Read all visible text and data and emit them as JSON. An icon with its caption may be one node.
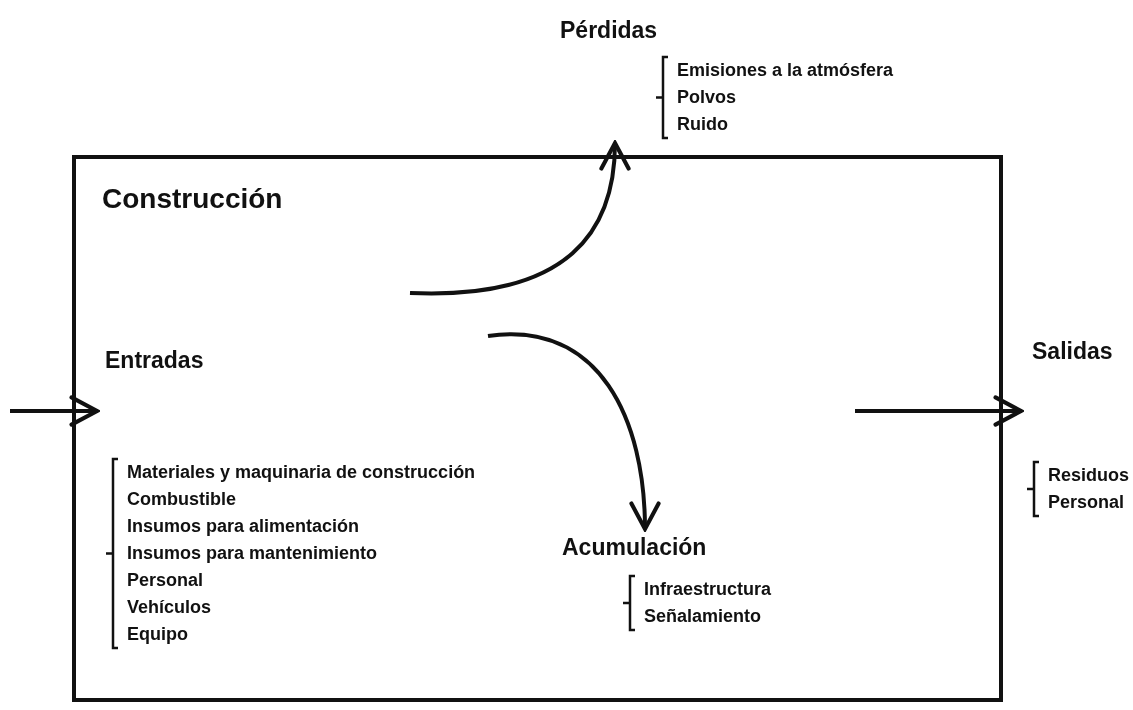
{
  "diagram": {
    "nodes": [
      {
        "text": [
          "Construcción"
        ]
      },
      {
        "text": [
          "Entradas",
          "Materiales y maquinaria de construcción",
          "Combustible",
          "Insumos para alimentación",
          "Insumos para mantenimiento",
          "Personal",
          "Vehículos",
          "Equipo"
        ],
        "in": 0
      },
      {
        "text": [
          "Pérdidas",
          "Emisiones a la atmósfera",
          "Polvos",
          "Ruido"
        ]
      },
      {
        "text": [
          "Acumulación",
          "Infraestructura",
          "Señalamiento"
        ],
        "in": 0
      },
      {
        "text": [
          "Salidas",
          "Residuos",
          "Personal"
        ]
      }
    ],
    "edges": [
      {
        "from": null,
        "to": 1,
        "arrow": "to"
      },
      {
        "from": null,
        "to": 2,
        "arrow": "to"
      },
      {
        "from": null,
        "to": 3,
        "arrow": "to"
      },
      {
        "from": null,
        "to": 4,
        "arrow": "to"
      }
    ]
  }
}
